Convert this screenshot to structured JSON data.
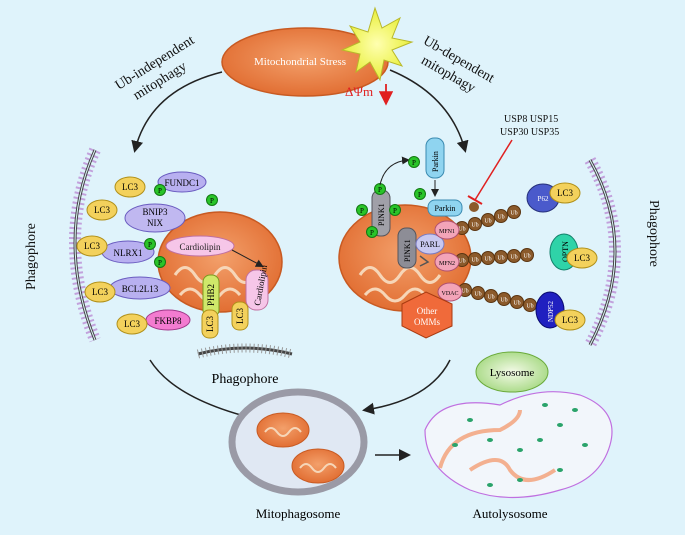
{
  "labels": {
    "mito_stress": "Mitochondrial Stress",
    "delta_psi": "ΔΨm",
    "ub_independent_1": "Ub-independent",
    "ub_independent_2": "mitophagy",
    "ub_dependent_1": "Ub-dependent",
    "ub_dependent_2": "mitophagy",
    "phagophore_left": "Phagophore",
    "phagophore_right": "Phagophore",
    "phagophore_bottom": "Phagophore",
    "mitophagosome": "Mitophagosome",
    "autolysosome": "Autolysosome",
    "lysosome": "Lysosome",
    "usp_line1": "USP8   USP15",
    "usp_line2": "USP30  USP35"
  },
  "receptors": [
    {
      "lc3": "LC3",
      "receptor": "FUNDC1"
    },
    {
      "lc3": "LC3",
      "receptor": "BNIP3",
      "receptor2": "NIX"
    },
    {
      "lc3": "LC3",
      "receptor": "NLRX1"
    },
    {
      "lc3": "LC3",
      "receptor": "BCL2L13"
    },
    {
      "lc3": "LC3",
      "receptor": "FKBP8"
    }
  ],
  "left_mito": {
    "cardiolipin": "Cardiolipin",
    "phb2": "PHB2",
    "cardiolipin_out": "Cardiolipin",
    "lc3_a": "LC3",
    "lc3_b": "LC3"
  },
  "right_mito": {
    "pink1_a": "PINK1",
    "pink1_b": "PINK1",
    "parl": "PARL",
    "parkin_top": "Parkin",
    "parkin": "Parkin",
    "p": "P",
    "other_omms_1": "Other",
    "other_omms_2": "OMMs",
    "mfn1": "MFN1",
    "mfn2": "MFN2",
    "vdac": "VDAC",
    "ub": "Ub",
    "p62": "P62",
    "optn": "OPTN",
    "ndp52": "NDP52",
    "lc3": "LC3"
  },
  "colors": {
    "background": "#dff3fb",
    "mito_fill": "#e8834e",
    "mito_inner": "#f6d6b8",
    "red_arrow": "#e02020",
    "p_green": "#29c429",
    "lc3_yellow": "#f3d15c",
    "ub_brown": "#8b5a2b"
  }
}
